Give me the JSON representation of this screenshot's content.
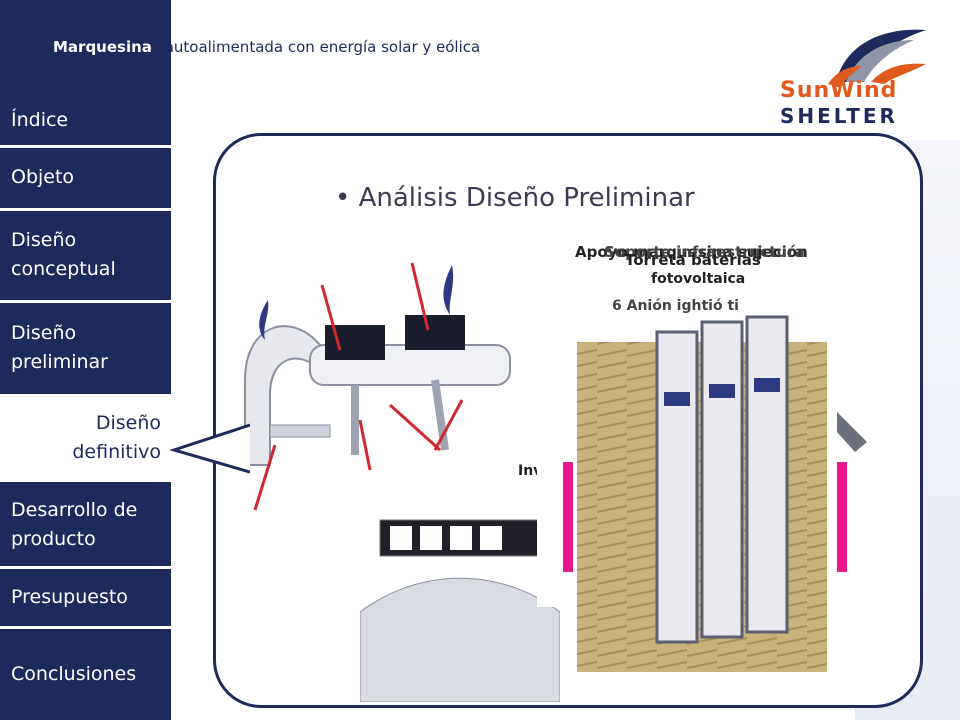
{
  "header": {
    "title_strong": "Marquesina",
    "title_rest": "autoalimentada con energía solar y eólica"
  },
  "logo": {
    "line1": "SunWind",
    "line2": "SHELTER",
    "icon": "butterfly-wings-icon",
    "colors": {
      "navy": "#1f2a5c",
      "orange": "#e05a1e",
      "gray": "#8e96a8"
    }
  },
  "sidebar": {
    "items": [
      {
        "label": "Índice"
      },
      {
        "label": "Objeto"
      },
      {
        "label": "Diseño conceptual"
      },
      {
        "label": "Diseño preliminar"
      },
      {
        "label": "Diseño definitivo",
        "active": true
      },
      {
        "label": "Desarrollo de producto"
      },
      {
        "label": "Presupuesto"
      },
      {
        "label": "Conclusiones"
      }
    ]
  },
  "content": {
    "bullet": "• Análisis Diseño Preliminar",
    "callouts": {
      "top": "Apoyo marquesina sujeción",
      "top_overlap": "Soporte infraestructura",
      "photovoltaic": "fotovoltaica",
      "battery": "Torreta baterías",
      "partial_lower": "6 Anión ightió ti",
      "inverter": "Inv"
    }
  },
  "colors": {
    "navy": "#1f2a5c",
    "accent": "#e6198a",
    "arrow_red": "#d0282e"
  }
}
